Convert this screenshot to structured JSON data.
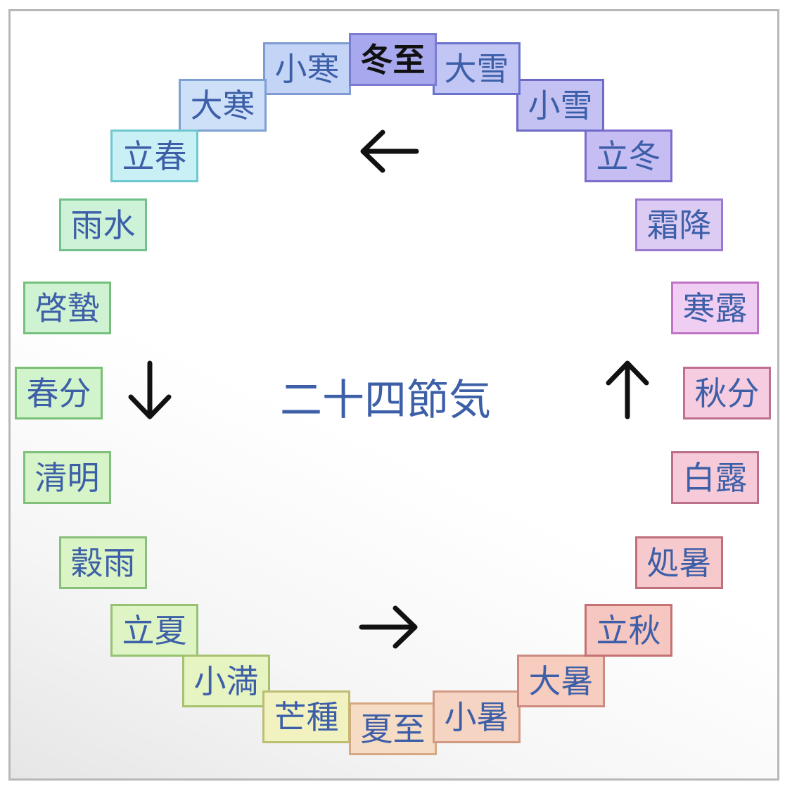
{
  "diagram": {
    "center_title": "二十四節気",
    "direction": "counterclockwise",
    "terms": [
      {
        "name": "冬至",
        "emphasized": true,
        "color": "#a8a8ee"
      },
      {
        "name": "小寒",
        "emphasized": false,
        "color": "#c4d4f6"
      },
      {
        "name": "大寒",
        "emphasized": false,
        "color": "#cde0f8"
      },
      {
        "name": "立春",
        "emphasized": false,
        "color": "#c9f0f4"
      },
      {
        "name": "雨水",
        "emphasized": false,
        "color": "#cef2d8"
      },
      {
        "name": "啓蟄",
        "emphasized": false,
        "color": "#cff3d2"
      },
      {
        "name": "春分",
        "emphasized": false,
        "color": "#d2f4cc"
      },
      {
        "name": "清明",
        "emphasized": false,
        "color": "#d6f4c8"
      },
      {
        "name": "穀雨",
        "emphasized": false,
        "color": "#daf4c6"
      },
      {
        "name": "立夏",
        "emphasized": false,
        "color": "#dff4c4"
      },
      {
        "name": "小満",
        "emphasized": false,
        "color": "#e6f4c2"
      },
      {
        "name": "芒種",
        "emphasized": false,
        "color": "#f1f2c0"
      },
      {
        "name": "夏至",
        "emphasized": false,
        "color": "#f6dcc4"
      },
      {
        "name": "小暑",
        "emphasized": false,
        "color": "#f6d4c4"
      },
      {
        "name": "大暑",
        "emphasized": false,
        "color": "#f6cdbf"
      },
      {
        "name": "立秋",
        "emphasized": false,
        "color": "#f6c6c0"
      },
      {
        "name": "処暑",
        "emphasized": false,
        "color": "#f6cacc"
      },
      {
        "name": "白露",
        "emphasized": false,
        "color": "#f6cad8"
      },
      {
        "name": "秋分",
        "emphasized": false,
        "color": "#f6cce0"
      },
      {
        "name": "寒露",
        "emphasized": false,
        "color": "#f0cdf2"
      },
      {
        "name": "霜降",
        "emphasized": false,
        "color": "#dcccf4"
      },
      {
        "name": "立冬",
        "emphasized": false,
        "color": "#c6bdf2"
      },
      {
        "name": "小雪",
        "emphasized": false,
        "color": "#c4c2f2"
      },
      {
        "name": "大雪",
        "emphasized": false,
        "color": "#c2c6f4"
      }
    ],
    "borders": [
      "#7b7bcf",
      "#7f9bd2",
      "#7e9fd2",
      "#6ec8cf",
      "#72c08a",
      "#74c07c",
      "#7ac076",
      "#80c07a",
      "#88c07a",
      "#96c274",
      "#a6c270",
      "#bcbe72",
      "#d6a982",
      "#d29a82",
      "#cc8a80",
      "#c47272",
      "#bf6f7c",
      "#bb6f8a",
      "#c06f90",
      "#bf74c4",
      "#9a7ad0",
      "#7f6ccc",
      "#6d6ac8",
      "#6a72cc"
    ]
  }
}
